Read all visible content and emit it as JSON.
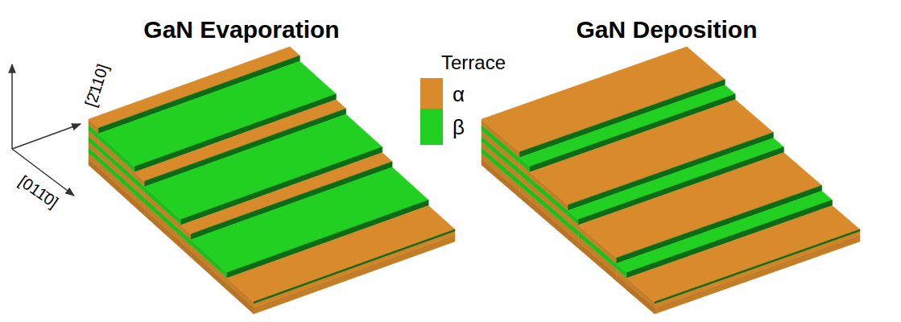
{
  "diagram": {
    "labels": [
      "GaN Evaporation",
      "GaN Deposition",
      "Terrace",
      "[2̄110]",
      "[011̄0]"
    ],
    "legend": [
      {
        "text": "α",
        "color": "#d98b2b"
      },
      {
        "text": "β",
        "color": "#22d022"
      }
    ]
  }
}
